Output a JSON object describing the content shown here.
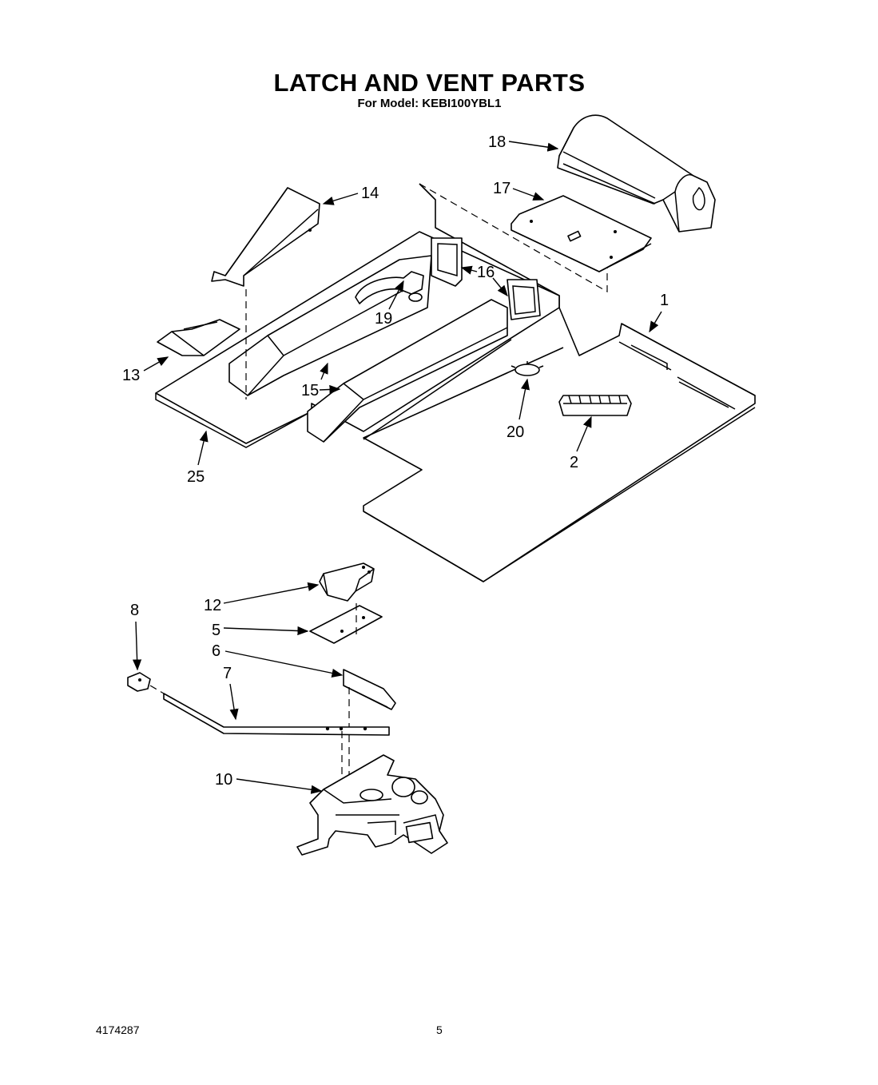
{
  "header": {
    "title": "LATCH AND VENT PARTS",
    "subtitle": "For Model: KEBI100YBL1"
  },
  "footer": {
    "document_number": "4174287",
    "page_number": "5"
  },
  "callouts": {
    "c18": "18",
    "c17": "17",
    "c14": "14",
    "c16": "16",
    "c19": "19",
    "c1": "1",
    "c13": "13",
    "c15": "15",
    "c20": "20",
    "c2": "2",
    "c25": "25",
    "c12": "12",
    "c8": "8",
    "c5": "5",
    "c6": "6",
    "c7": "7",
    "c10": "10"
  }
}
